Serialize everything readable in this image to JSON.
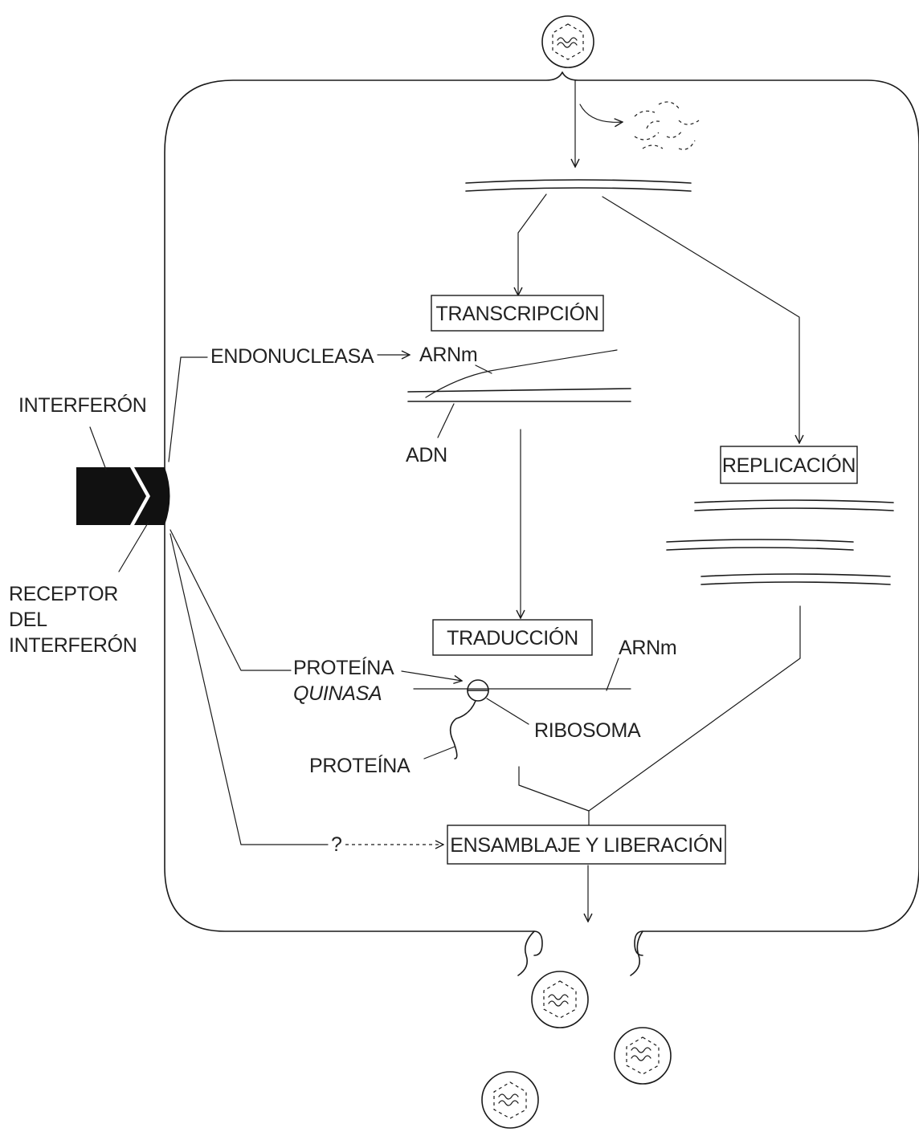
{
  "labels": {
    "transcripcion": "TRANSCRIPCIÓN",
    "replicacion": "REPLICACIÓN",
    "traduccion": "TRADUCCIÓN",
    "ensamblaje": "ENSAMBLAJE Y LIBERACIÓN",
    "endonucleasa": "ENDONUCLEASA",
    "arnm_top": "ARNm",
    "adn": "ADN",
    "interferon": "INTERFERÓN",
    "receptor_line1": "RECEPTOR",
    "receptor_line2": "DEL",
    "receptor_line3": "INTERFERÓN",
    "proteina_quinasa_line1": "PROTEÍNA",
    "proteina_quinasa_line2": "QUINASA",
    "arnm_bottom": "ARNm",
    "ribosoma": "RIBOSOMA",
    "proteina": "PROTEÍNA",
    "question": "?"
  }
}
